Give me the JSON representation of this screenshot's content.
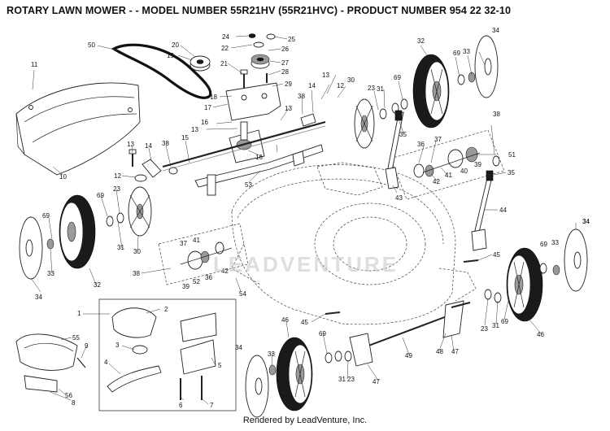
{
  "title": "ROTARY LAWN MOWER - - MODEL NUMBER 55R21HV (55R21HVC) - PRODUCT NUMBER 954 22 32-10",
  "footer": "Rendered by LeadVenture, Inc.",
  "watermark": "LEADVENTURE",
  "callouts": [
    {
      "id": "c-50",
      "text": "50"
    },
    {
      "id": "c-20",
      "text": "20"
    },
    {
      "id": "c-19",
      "text": "19"
    },
    {
      "id": "c-24",
      "text": "24"
    },
    {
      "id": "c-22",
      "text": "22"
    },
    {
      "id": "c-25",
      "text": "25"
    },
    {
      "id": "c-26",
      "text": "26"
    },
    {
      "id": "c-27",
      "text": "27"
    },
    {
      "id": "c-28",
      "text": "28"
    },
    {
      "id": "c-29",
      "text": "29"
    },
    {
      "id": "c-21",
      "text": "21"
    },
    {
      "id": "c-18",
      "text": "18"
    },
    {
      "id": "c-17",
      "text": "17"
    },
    {
      "id": "c-11",
      "text": "11"
    },
    {
      "id": "c-13a",
      "text": "13"
    },
    {
      "id": "c-14a",
      "text": "14"
    },
    {
      "id": "c-13b",
      "text": "13"
    },
    {
      "id": "c-38a",
      "text": "38"
    },
    {
      "id": "c-12a",
      "text": "12"
    },
    {
      "id": "c-16a",
      "text": "16"
    },
    {
      "id": "c-13c",
      "text": "13"
    },
    {
      "id": "c-16b",
      "text": "16"
    },
    {
      "id": "c-30a",
      "text": "30"
    },
    {
      "id": "c-23a",
      "text": "23"
    },
    {
      "id": "c-31a",
      "text": "31"
    },
    {
      "id": "c-69a",
      "text": "69"
    },
    {
      "id": "c-32a",
      "text": "32"
    },
    {
      "id": "c-69b",
      "text": "69"
    },
    {
      "id": "c-33a",
      "text": "33"
    },
    {
      "id": "c-34a",
      "text": "34"
    },
    {
      "id": "c-38b",
      "text": "38"
    },
    {
      "id": "c-35a",
      "text": "35"
    },
    {
      "id": "c-36",
      "text": "36"
    },
    {
      "id": "c-37a",
      "text": "37"
    },
    {
      "id": "c-51",
      "text": "51"
    },
    {
      "id": "c-39a",
      "text": "39"
    },
    {
      "id": "c-40",
      "text": "40"
    },
    {
      "id": "c-41a",
      "text": "41"
    },
    {
      "id": "c-42a",
      "text": "42"
    },
    {
      "id": "c-43",
      "text": "43"
    },
    {
      "id": "c-35b",
      "text": "35"
    },
    {
      "id": "c-13d",
      "text": "13"
    },
    {
      "id": "c-14b",
      "text": "14"
    },
    {
      "id": "c-38c",
      "text": "38"
    },
    {
      "id": "c-15",
      "text": "15"
    },
    {
      "id": "c-12b",
      "text": "12"
    },
    {
      "id": "c-10",
      "text": "10"
    },
    {
      "id": "c-53",
      "text": "53"
    },
    {
      "id": "c-44",
      "text": "44"
    },
    {
      "id": "c-34b",
      "text": "34"
    },
    {
      "id": "c-69c",
      "text": "69"
    },
    {
      "id": "c-23b",
      "text": "23"
    },
    {
      "id": "c-69d",
      "text": "69"
    },
    {
      "id": "c-31b",
      "text": "31"
    },
    {
      "id": "c-30b",
      "text": "30"
    },
    {
      "id": "c-33b",
      "text": "33"
    },
    {
      "id": "c-34c",
      "text": "34"
    },
    {
      "id": "c-32b",
      "text": "32"
    },
    {
      "id": "c-37b",
      "text": "37"
    },
    {
      "id": "c-41b",
      "text": "41"
    },
    {
      "id": "c-38d",
      "text": "38"
    },
    {
      "id": "c-39b",
      "text": "39"
    },
    {
      "id": "c-52",
      "text": "52"
    },
    {
      "id": "c-36b",
      "text": "36"
    },
    {
      "id": "c-42b",
      "text": "42"
    },
    {
      "id": "c-54",
      "text": "54"
    },
    {
      "id": "c-45a",
      "text": "45"
    },
    {
      "id": "c-34d",
      "text": "34"
    },
    {
      "id": "c-69e",
      "text": "69"
    },
    {
      "id": "c-33c",
      "text": "33"
    },
    {
      "id": "c-23c",
      "text": "23"
    },
    {
      "id": "c-31c",
      "text": "31"
    },
    {
      "id": "c-69f",
      "text": "69"
    },
    {
      "id": "c-46a",
      "text": "46"
    },
    {
      "id": "c-45b",
      "text": "45"
    },
    {
      "id": "c-1",
      "text": "1"
    },
    {
      "id": "c-2",
      "text": "2"
    },
    {
      "id": "c-3",
      "text": "3"
    },
    {
      "id": "c-4",
      "text": "4"
    },
    {
      "id": "c-5",
      "text": "5"
    },
    {
      "id": "c-6",
      "text": "6"
    },
    {
      "id": "c-7",
      "text": "7"
    },
    {
      "id": "c-55",
      "text": "55"
    },
    {
      "id": "c-9",
      "text": "9"
    },
    {
      "id": "c-56",
      "text": "56"
    },
    {
      "id": "c-8",
      "text": "8"
    },
    {
      "id": "c-46b",
      "text": "46"
    },
    {
      "id": "c-69g",
      "text": "69"
    },
    {
      "id": "c-33d",
      "text": "33"
    },
    {
      "id": "c-34e",
      "text": "34"
    },
    {
      "id": "c-31d",
      "text": "31"
    },
    {
      "id": "c-23d",
      "text": "23"
    },
    {
      "id": "c-49",
      "text": "49"
    },
    {
      "id": "c-48",
      "text": "48"
    },
    {
      "id": "c-47a",
      "text": "47"
    },
    {
      "id": "c-47b",
      "text": "47"
    }
  ]
}
